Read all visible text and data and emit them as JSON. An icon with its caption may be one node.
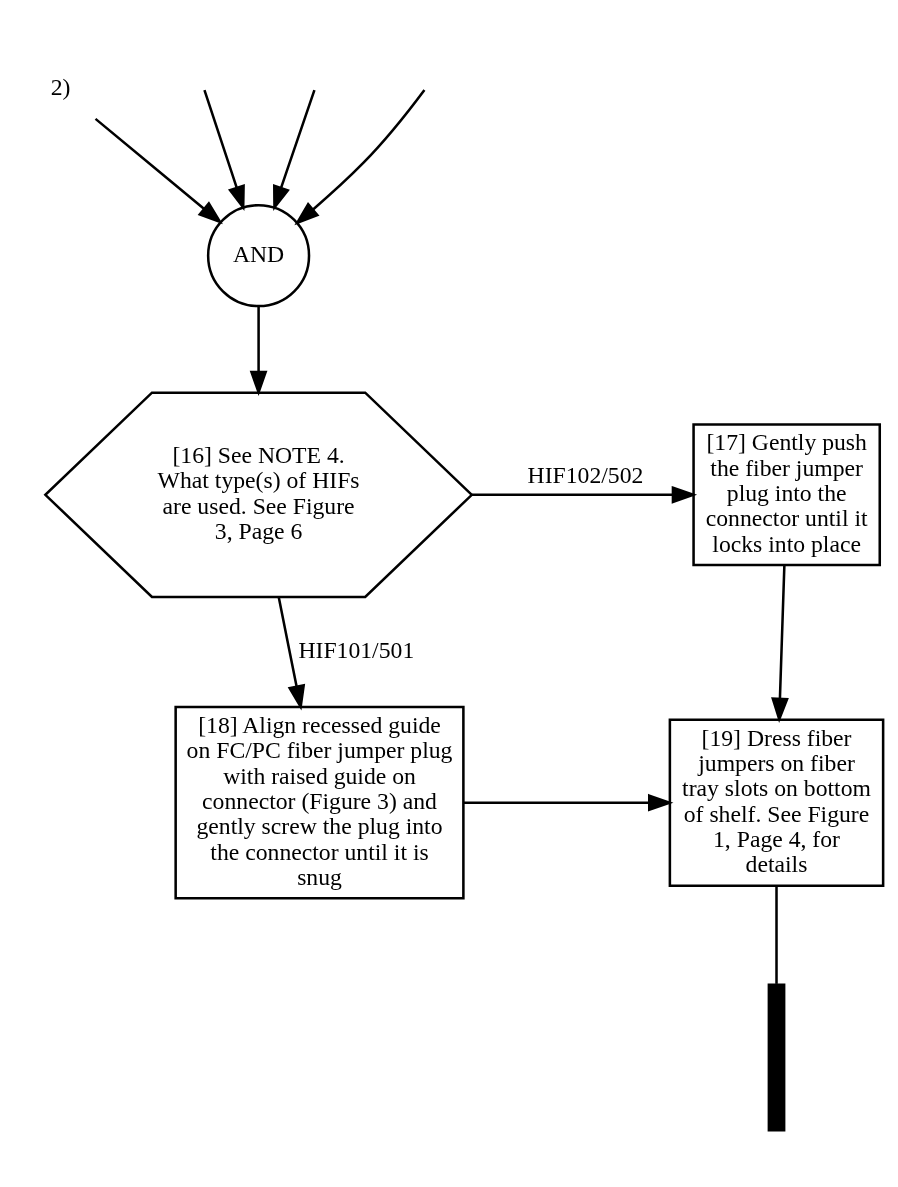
{
  "diagram": {
    "nodes": [
      {
        "text": [
          "AND"
        ]
      },
      {
        "text": [
          "2)"
        ]
      },
      {
        "text": [
          "[16] See NOTE 4. What type(s) of HIFs are used. See Figure 3, Page 6"
        ]
      },
      {
        "text": [
          "[17] Gently push the fiber jumper plug into the connector until it locks into place"
        ]
      },
      {
        "text": [
          "[18] Align recessed guide on FC/PC fiber jumper plug with raised guide on connector (Figure 3) and gently screw the plug into the connector until it is snug"
        ]
      },
      {
        "text": [
          "[19] Dress fiber jumpers on fiber tray slots on bottom of shelf. See Figure 1, Page 4, for details"
        ]
      },
      {
        "text": [],
        "shape": "bar"
      }
    ],
    "edges": [
      {
        "from": null,
        "to": 0,
        "arrow": "to"
      },
      {
        "from": null,
        "to": 0,
        "arrow": "to"
      },
      {
        "from": null,
        "to": 0,
        "arrow": "to"
      },
      {
        "from": 1,
        "to": 0,
        "arrow": "to"
      },
      {
        "from": 0,
        "to": 2,
        "arrow": "to"
      },
      {
        "from": 2,
        "to": 3,
        "arrow": "to",
        "label": "HIF102/502"
      },
      {
        "from": 2,
        "to": 4,
        "arrow": "to",
        "label": "HIF101/501"
      },
      {
        "from": 3,
        "to": 5,
        "arrow": "to"
      },
      {
        "from": 4,
        "to": 5,
        "arrow": "to"
      },
      {
        "from": 5,
        "to": 6,
        "arrow": "none"
      }
    ]
  }
}
